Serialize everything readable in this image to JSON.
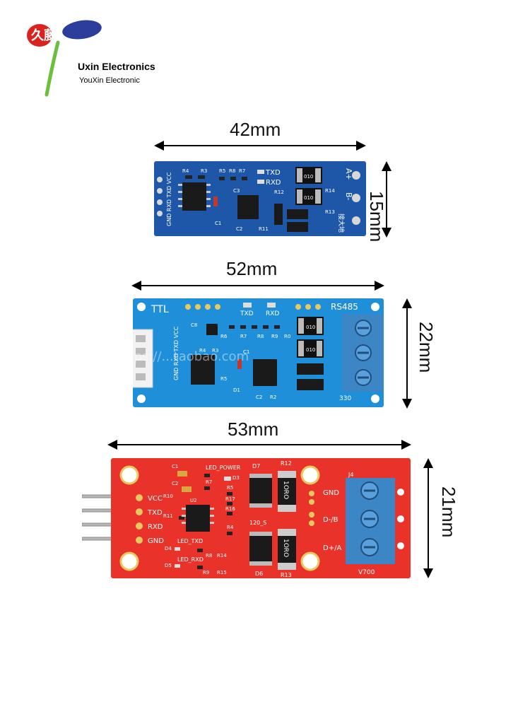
{
  "brand": {
    "logo_glyphs": "久藤",
    "name": "Uxin Electronics",
    "subtitle": "YouXin Electronic"
  },
  "watermark": "https://...taobao.com",
  "boards": [
    {
      "color": "#1f57a8",
      "width_label": "42mm",
      "height_label": "15mm",
      "silk": {
        "pins": "GND RXD TXD VCC",
        "txd": "TXD",
        "rxd": "RXD",
        "a": "A+",
        "b": "B-",
        "jk1": "010",
        "jk2": "010",
        "refs": [
          "R4",
          "R3",
          "R5",
          "R8",
          "R7",
          "R12",
          "C3",
          "R14",
          "R13",
          "C1",
          "C2",
          "R11"
        ],
        "gnd_cn": "接大地"
      }
    },
    {
      "color": "#1e8fd8",
      "width_label": "52mm",
      "height_label": "22mm",
      "silk": {
        "ttl": "TTL",
        "rs485": "RS485",
        "pins": "GND RXD TXD VCC",
        "txd": "TXD",
        "rxd": "RXD",
        "jk1": "010",
        "jk2": "010",
        "refs": [
          "C8",
          "R6",
          "R7",
          "R8",
          "R9",
          "R0",
          "R4",
          "R3",
          "C1",
          "R5",
          "D1",
          "C2",
          "R2"
        ],
        "code": "330"
      }
    },
    {
      "color": "#e8322a",
      "width_label": "53mm",
      "height_label": "21mm",
      "silk": {
        "vcc": "VCC",
        "txd": "TXD",
        "rxd": "RXD",
        "gnd": "GND",
        "led_power": "LED_POWER",
        "led_txd": "LED_TXD",
        "led_rxd": "LED_RXD",
        "gnd_r": "GND",
        "db": "D-/B",
        "da": "D+/A",
        "j4": "J4",
        "v700": "V700",
        "d7": "D7",
        "d6": "D6",
        "r12": "R12",
        "r13": "R13",
        "r0a": "1ORO",
        "r0b": "1ORO",
        "s120": "120_S",
        "refs": [
          "C1",
          "C2",
          "R10",
          "U2",
          "R7",
          "R5",
          "R17",
          "R16",
          "R11",
          "R4",
          "R8",
          "R14",
          "R9",
          "R15",
          "D3",
          "D4",
          "D5"
        ]
      }
    }
  ]
}
